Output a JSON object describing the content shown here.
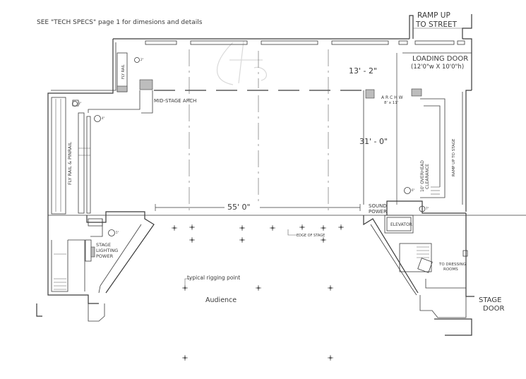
{
  "header_note": "SEE \"TECH SPECS\" page 1 for dimesions and details",
  "labels": {
    "ramp_up_line1": "RAMP UP",
    "ramp_up_line2": "TO STREET",
    "loading_door": "LOADING DOOR",
    "loading_door_size": "(12'0\"w X 10'0\"h)",
    "dim_depth_upper": "13' - 2\"",
    "dim_depth_total": "31' - 0\"",
    "dim_width": "55' 0\"",
    "fly_rail_small": "FLY RAIL",
    "fly_rail_pinrail": "FLY RAIL & PINRAIL",
    "mid_stage_arch": "MID-STAGE ARCH",
    "arch_hw_line1": "A R C H  W",
    "arch_hw_line2": "8' x 11'",
    "overhead_line1": "10' OVERHEAD",
    "overhead_line2": "CLEARANCE",
    "ramp_to_stage": "RAMP UP TO STAGE",
    "sound_power_line1": "SOUND",
    "sound_power_line2": "POWER",
    "elevator": "ELEVATOR",
    "edge_of_stage": "EDGE OF STAGE",
    "stage_lighting_line1": "STAGE",
    "stage_lighting_line2": "LIGHTING",
    "stage_lighting_line3": "POWER",
    "typical_rigging": "typical rigging point",
    "audience": "Audience",
    "to_dressing_line1": "TO DRESSING",
    "to_dressing_line2": "ROOMS",
    "stage_door_line1": "STAGE",
    "stage_door_line2": "DOOR",
    "outlet_2": "2\"",
    "outlet_3": "3\"",
    "outlet_4": "4\"",
    "outlet_5": "5\"",
    "outlet_6": "6\"",
    "outlet_7": "7\""
  },
  "colors": {
    "line": "#3a3a3a",
    "background": "#ffffff",
    "watermark": "#d9d9d9"
  }
}
